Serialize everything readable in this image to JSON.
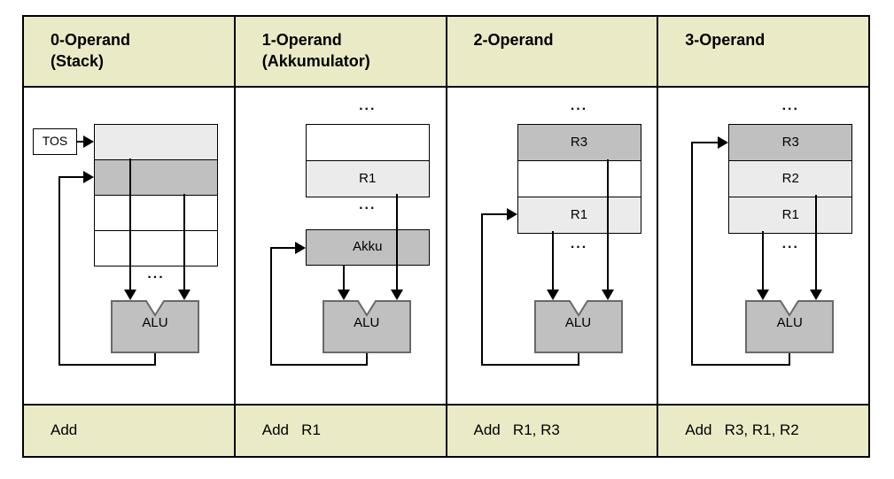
{
  "colors": {
    "band_background": "#eaebc6",
    "cell_light_gray": "#ebebeb",
    "cell_dark_gray": "#c0c0c0",
    "alu_fill": "#c0c0c0",
    "alu_border": "#696969",
    "line_color": "#000000"
  },
  "columns": [
    {
      "id": "0-operand-stack",
      "header_lines": [
        "0-Operand",
        "(Stack)"
      ],
      "instruction": "Add",
      "tos_label": "TOS",
      "stack_cells": [
        "",
        "",
        "",
        ""
      ],
      "ellipsis_below_stack": "...",
      "alu_label": "ALU"
    },
    {
      "id": "1-operand-akkumulator",
      "header_lines": [
        "1-Operand",
        "(Akkumulator)"
      ],
      "instruction": "Add   R1",
      "ellipsis_above_stack": "...",
      "stack_cells": [
        "",
        "R1"
      ],
      "ellipsis_below_stack": "...",
      "akku_label": "Akku",
      "alu_label": "ALU"
    },
    {
      "id": "2-operand",
      "header_lines": [
        "2-Operand"
      ],
      "instruction": "Add   R1, R3",
      "ellipsis_above_stack": "...",
      "stack_cells": [
        "R3",
        "",
        "R1"
      ],
      "ellipsis_below_stack": "...",
      "alu_label": "ALU"
    },
    {
      "id": "3-operand",
      "header_lines": [
        "3-Operand"
      ],
      "instruction": "Add   R3, R1, R2",
      "ellipsis_above_stack": "...",
      "stack_cells": [
        "R3",
        "R2",
        "R1"
      ],
      "ellipsis_below_stack": "...",
      "alu_label": "ALU"
    }
  ]
}
